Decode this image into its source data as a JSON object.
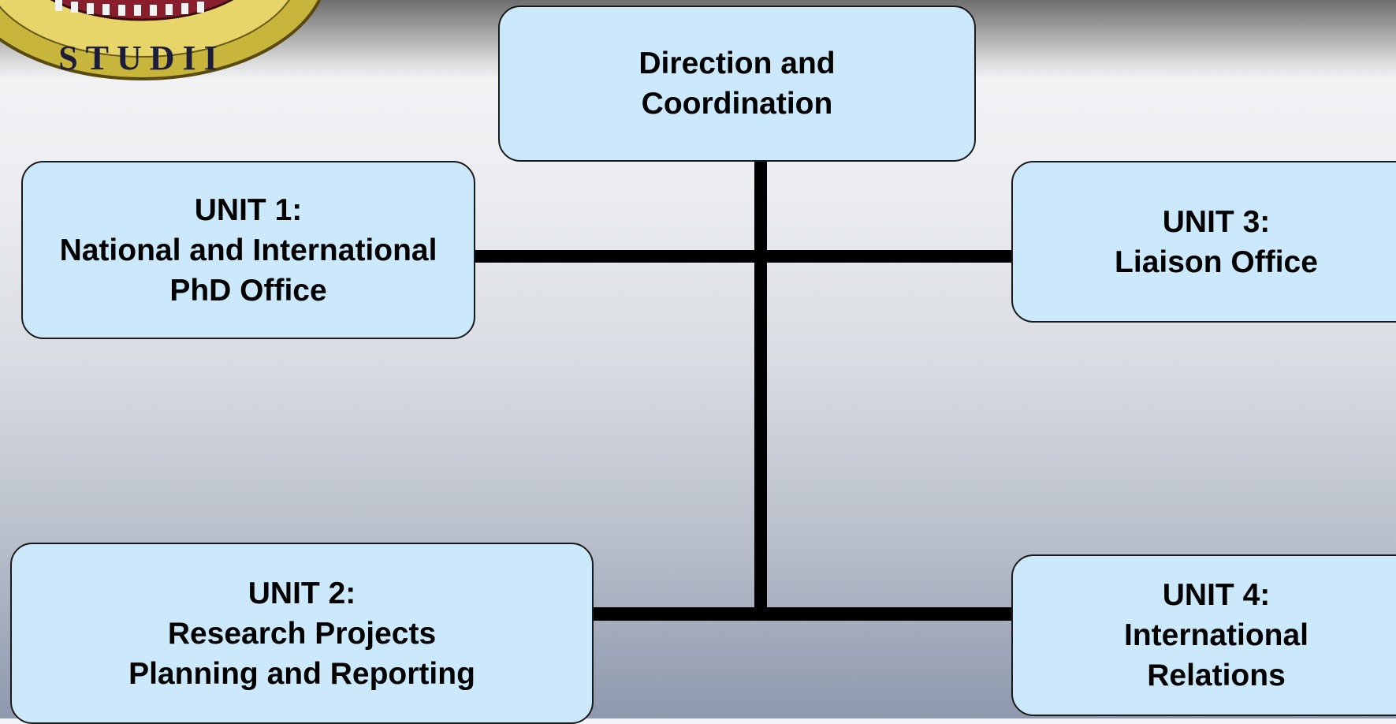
{
  "logo": {
    "seal_text": "STUDII",
    "colors": {
      "ring": "#c7b53c",
      "inner": "#8b1e2d",
      "text": "#1d1d3a"
    }
  },
  "boxes": {
    "direction": {
      "lines": [
        "Direction and",
        "Coordination"
      ]
    },
    "unit1": {
      "lines": [
        "UNIT 1:",
        "National and International",
        "PhD Office"
      ]
    },
    "unit2": {
      "lines": [
        "UNIT 2:",
        "Research Projects",
        "Planning and Reporting"
      ]
    },
    "unit3": {
      "lines": [
        "UNIT 3:",
        "Liaison Office"
      ]
    },
    "unit4": {
      "lines": [
        "UNIT 4:",
        "International",
        "Relations"
      ]
    }
  },
  "colors": {
    "box_fill": "#cbe9fb",
    "box_border": "#1a1a1a",
    "connector": "#000000"
  }
}
